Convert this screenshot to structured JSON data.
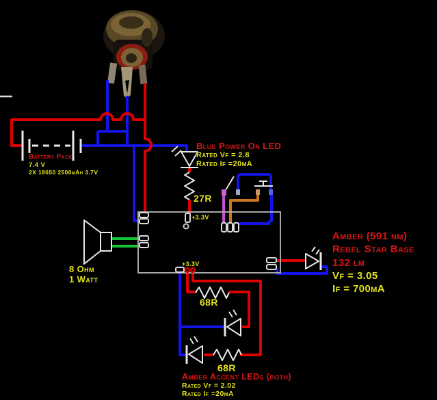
{
  "colors": {
    "background": "#000000",
    "wire_red": "#dd0000",
    "wire_blue": "#1414e6",
    "wire_green": "#15c437",
    "wire_purple": "#c24fd1",
    "wire_orange": "#cc7722",
    "component_white": "#e8e8e8",
    "label_red": "#d81515",
    "label_yellow": "#e3e31f",
    "board_outline": "#a8a8a8"
  },
  "battery": {
    "label": "Battery Pack",
    "voltage": "7.4 V",
    "cells": "2X 18650 2500mAh 3.7V"
  },
  "power_led": {
    "title": "Blue Power On LED",
    "rated_vf": "Rated Vf = 2.8",
    "rated_if": "Rated If =20mA"
  },
  "resistors": {
    "r27": "27R",
    "r68_top": "68R",
    "r68_bottom": "68R"
  },
  "board": {
    "rail_label_top": "+3.3V",
    "rail_label_bottom": "+3.3V"
  },
  "speaker": {
    "impedance": "8 Ohm",
    "power": "1 Watt"
  },
  "amber_star": {
    "line1": "Amber (591 nm)",
    "line2": "Rebel Star Base",
    "line3": "132 lm",
    "vf": "Vf = 3.05",
    "if": "If = 700mA"
  },
  "accent_leds": {
    "title": "Amber Accent LEDs (both)",
    "rated_vf": "Rated Vf = 2.02",
    "rated_if": "Rated If =20mA"
  }
}
